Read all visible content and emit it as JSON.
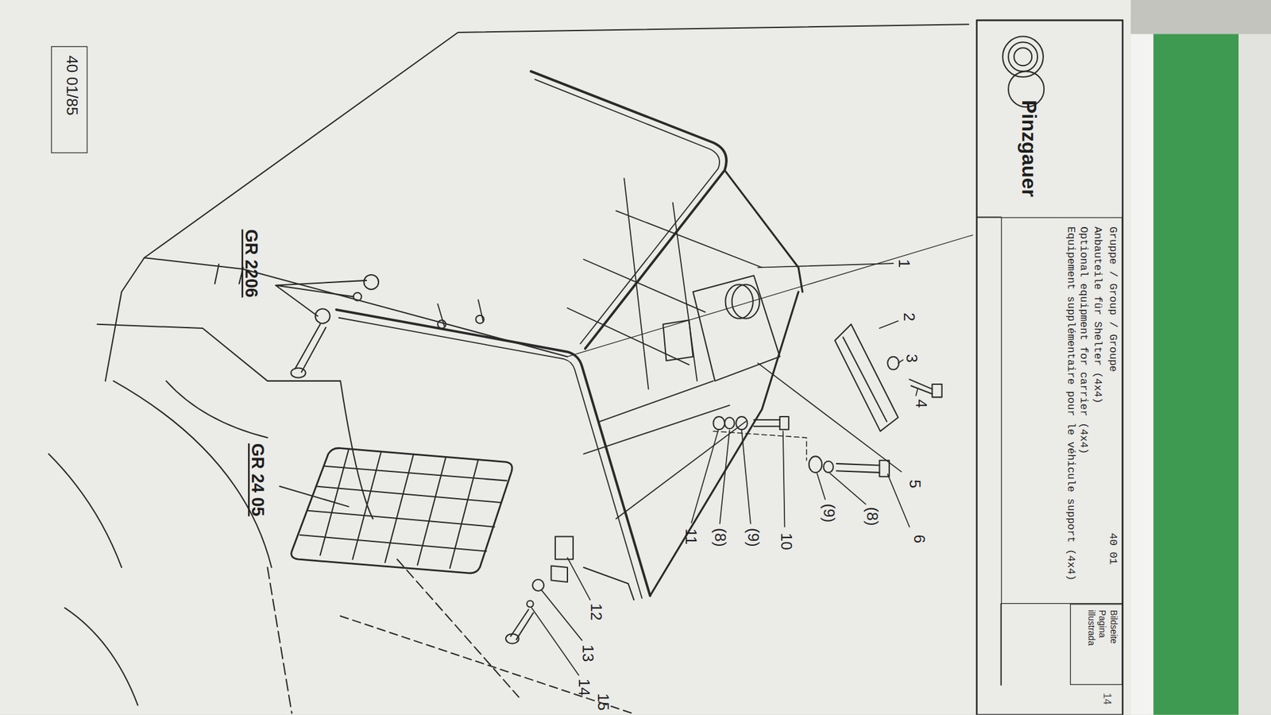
{
  "diagram": {
    "nodes": [
      {
        "text": [
          "Pinzgauer"
        ]
      },
      {
        "text": [
          "Gruppe / Group / Groupe",
          "40 01",
          "Anbauteile für Shelter (4x4)",
          "Optional equipment for carrier (4x4)",
          "Equipement supplémentaire pour le véhicule support (4x4)"
        ]
      },
      {
        "text": [
          "Bildseite Pagina illustrada"
        ]
      },
      {
        "text": [
          "40 01/85"
        ]
      }
    ],
    "labels": [
      "1",
      "2",
      "3",
      "4",
      "5",
      "6",
      "(8)",
      "(9)",
      "10",
      "(9)",
      "(8)",
      "11",
      "12",
      "13",
      "14",
      "15",
      "GR 2206",
      "GR 24 05",
      "14"
    ]
  }
}
